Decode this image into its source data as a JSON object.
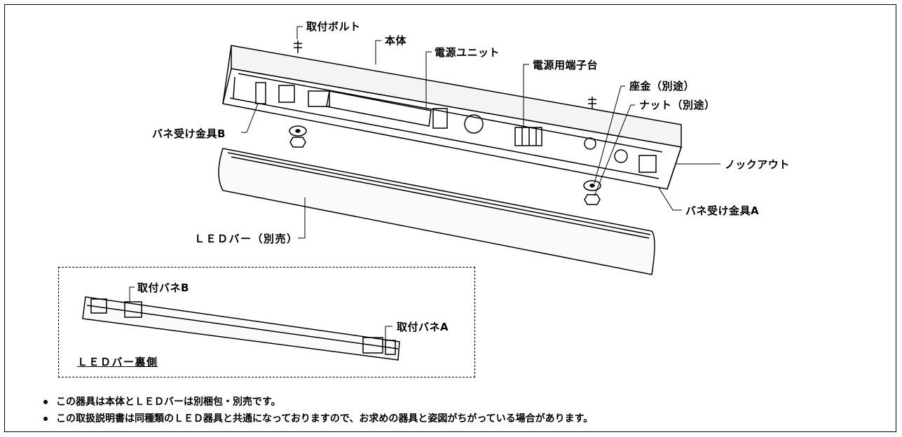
{
  "labels": {
    "mounting_bolt": "取付ボルト",
    "body": "本体",
    "power_unit": "電源ユニット",
    "power_terminal_block": "電源用端子台",
    "washer": "座金（別途）",
    "nut": "ナット（別途）",
    "knockout": "ノックアウト",
    "spring_bracket_b": "バネ受け金具B",
    "spring_bracket_a": "バネ受け金具A",
    "led_bar": "ＬＥＤバー（別売）"
  },
  "inset": {
    "mount_spring_b": "取付バネB",
    "mount_spring_a": "取付バネA",
    "caption": "ＬＥＤバー裏側"
  },
  "notes": [
    "この器具は本体とＬＥＤバーは別梱包・別売です。",
    "この取扱説明書は同種類のＬＥＤ器具と共通になっておりますので、お求めの器具と姿図がちがっている場合があります。"
  ]
}
